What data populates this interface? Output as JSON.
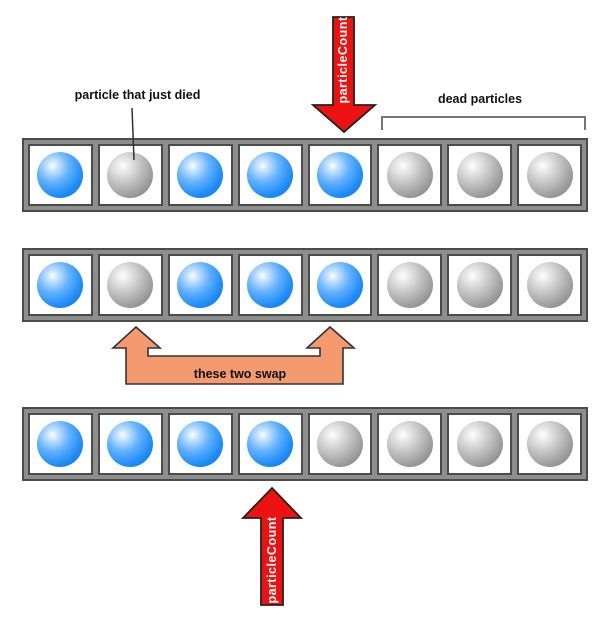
{
  "diagram": {
    "description": "particle array dead-particle swap diagram",
    "labels": {
      "particle_died": "particle that just died",
      "dead_particles": "dead particles",
      "swap": "these two swap",
      "particle_count_top": "particleCount",
      "particle_count_bottom": "particleCount"
    },
    "colors": {
      "arrow_red": "#ee1111",
      "swap_orange": "#f59a6e",
      "alive_particle_blue": "#1e8cf7",
      "dead_particle_gray": "#9a9a9a",
      "frame_fill": "#8e8e8e",
      "frame_border": "#4b4b4b"
    },
    "rows": [
      {
        "name": "array-before-swap",
        "cells": [
          "alive",
          "dead",
          "alive",
          "alive",
          "alive",
          "dead",
          "dead",
          "dead"
        ]
      },
      {
        "name": "array-during-swap",
        "cells": [
          "alive",
          "dead",
          "alive",
          "alive",
          "alive",
          "dead",
          "dead",
          "dead"
        ]
      },
      {
        "name": "array-after-swap",
        "cells": [
          "alive",
          "alive",
          "alive",
          "alive",
          "dead",
          "dead",
          "dead",
          "dead"
        ]
      }
    ]
  }
}
